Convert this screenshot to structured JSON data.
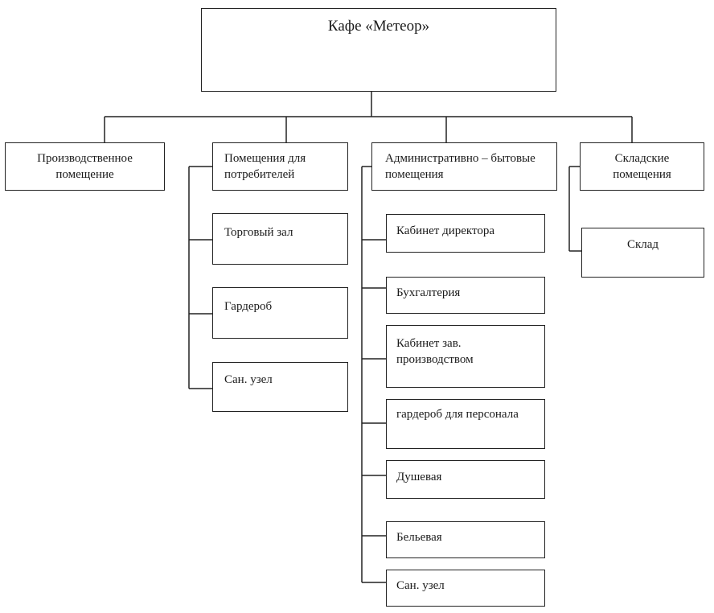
{
  "root": {
    "label": "Кафе «Метеор»"
  },
  "categories": [
    {
      "id": "production",
      "label": "Производственное помещение",
      "children": []
    },
    {
      "id": "consumers",
      "label": "Помещения для потребителей",
      "children": [
        "Торговый зал",
        "Гардероб",
        "Сан. узел"
      ]
    },
    {
      "id": "admin",
      "label": "Административно – бытовые помещения",
      "children": [
        "Кабинет директора",
        "Бухгалтерия",
        "Кабинет зав. производством",
        "гардероб для персонала",
        "Душевая",
        "Бельевая",
        "Сан. узел"
      ]
    },
    {
      "id": "storage",
      "label": "Складские помещения",
      "children": [
        "Склад"
      ]
    }
  ],
  "colors": {
    "line": "#222222",
    "border": "#222222",
    "text": "#1a1a1a"
  }
}
